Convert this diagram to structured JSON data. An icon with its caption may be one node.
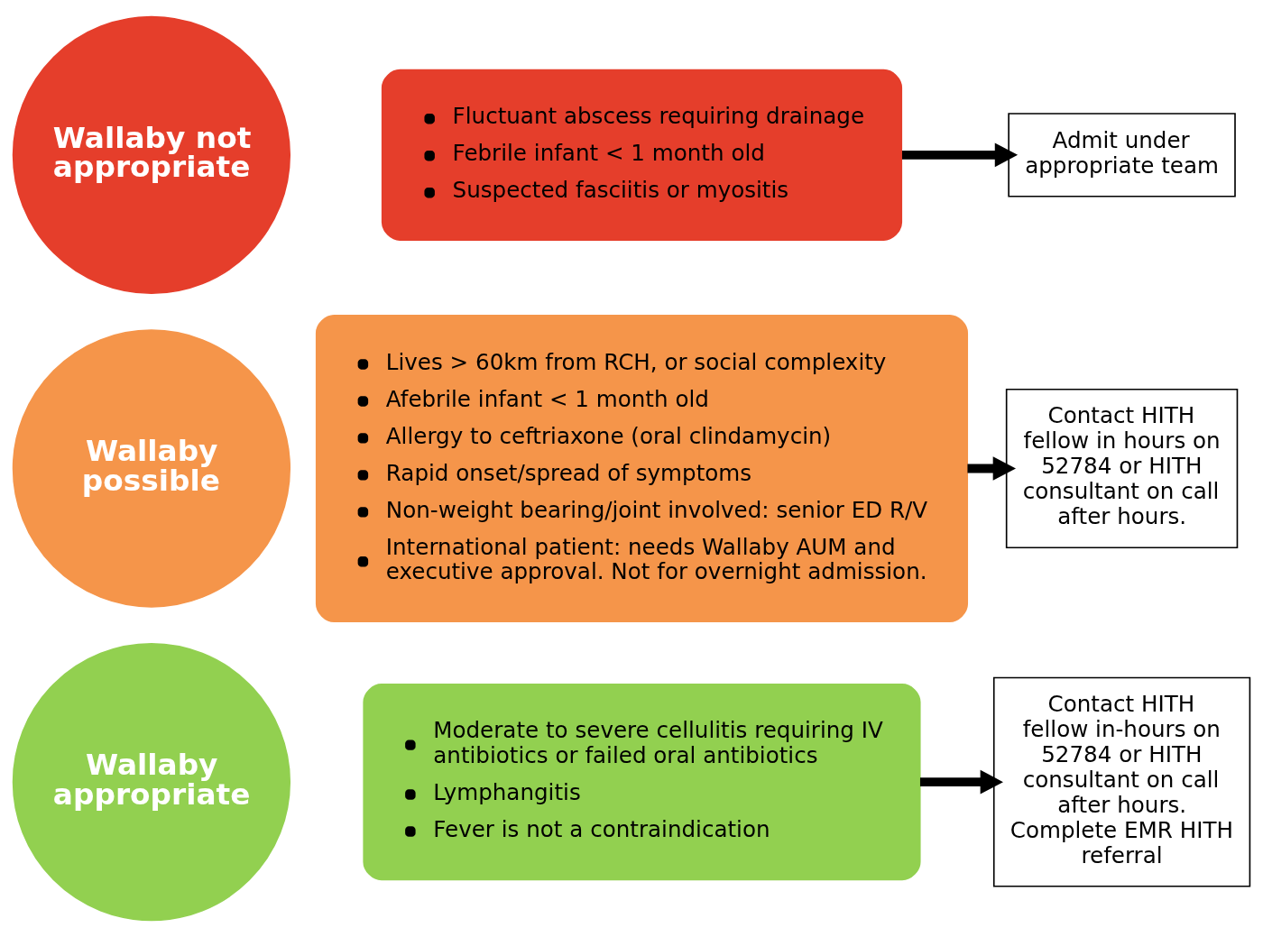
{
  "diagram": {
    "nodes": [
      {
        "text": [
          "Wallaby not appropriate"
        ]
      },
      {
        "text": [
          "Fluctuant abscess requiring drainage",
          "Febrile infant < 1 month old",
          "Suspected fasciitis or myositis"
        ]
      },
      {
        "text": [
          "Admit under appropriate team"
        ]
      },
      {
        "text": [
          "Wallaby possible"
        ]
      },
      {
        "text": [
          "Lives > 60km from RCH, or social complexity",
          "Afebrile infant < 1 month old",
          "Allergy to ceftriaxone (oral clindamycin)",
          "Rapid onset/spread of symptoms",
          "Non-weight bearing/joint involved: senior ED R/V",
          "International patient: needs Wallaby AUM and executive approval. Not for overnight admission."
        ]
      },
      {
        "text": [
          "Contact HITH fellow in hours on 52784 or HITH consultant on call after hours."
        ]
      },
      {
        "text": [
          "Wallaby appropriate"
        ]
      },
      {
        "text": [
          "Moderate to severe cellulitis requiring IV antibiotics or failed oral antibiotics",
          "Lymphangitis",
          "Fever is not a contraindication"
        ]
      },
      {
        "text": [
          "Contact HITH fellow in-hours on 52784 or HITH consultant on call after hours.",
          "Complete EMR HITH referral"
        ]
      }
    ],
    "edges": [
      {
        "from": 1,
        "to": 2,
        "arrow": "to"
      },
      {
        "from": 4,
        "to": 5,
        "arrow": "to"
      },
      {
        "from": 7,
        "to": 8,
        "arrow": "to"
      }
    ]
  }
}
